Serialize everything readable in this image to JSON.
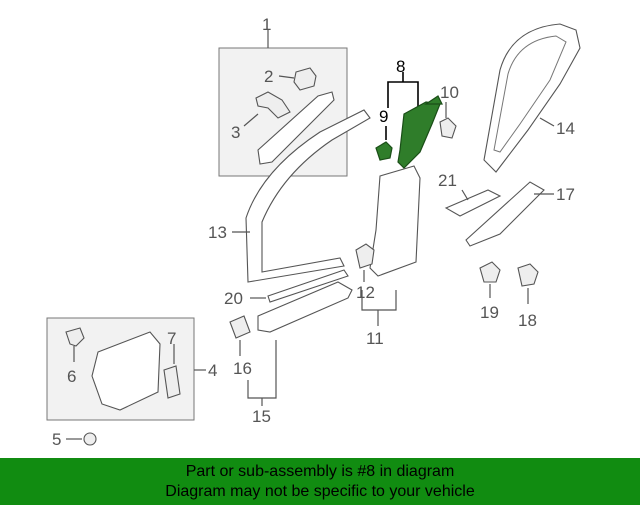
{
  "callouts": {
    "n1": "1",
    "n2": "2",
    "n3": "3",
    "n4": "4",
    "n5": "5",
    "n6": "6",
    "n7": "7",
    "n8": "8",
    "n9": "9",
    "n10": "10",
    "n11": "11",
    "n12": "12",
    "n13": "13",
    "n14": "14",
    "n15": "15",
    "n16": "16",
    "n17": "17",
    "n18": "18",
    "n19": "19",
    "n20": "20",
    "n21": "21"
  },
  "banner": {
    "line1": "Part or sub-assembly is #8 in diagram",
    "line2": "Diagram may not be specific to your vehicle"
  },
  "colors": {
    "highlight_part": "#2f7d2a",
    "banner_bg": "#118c11"
  }
}
